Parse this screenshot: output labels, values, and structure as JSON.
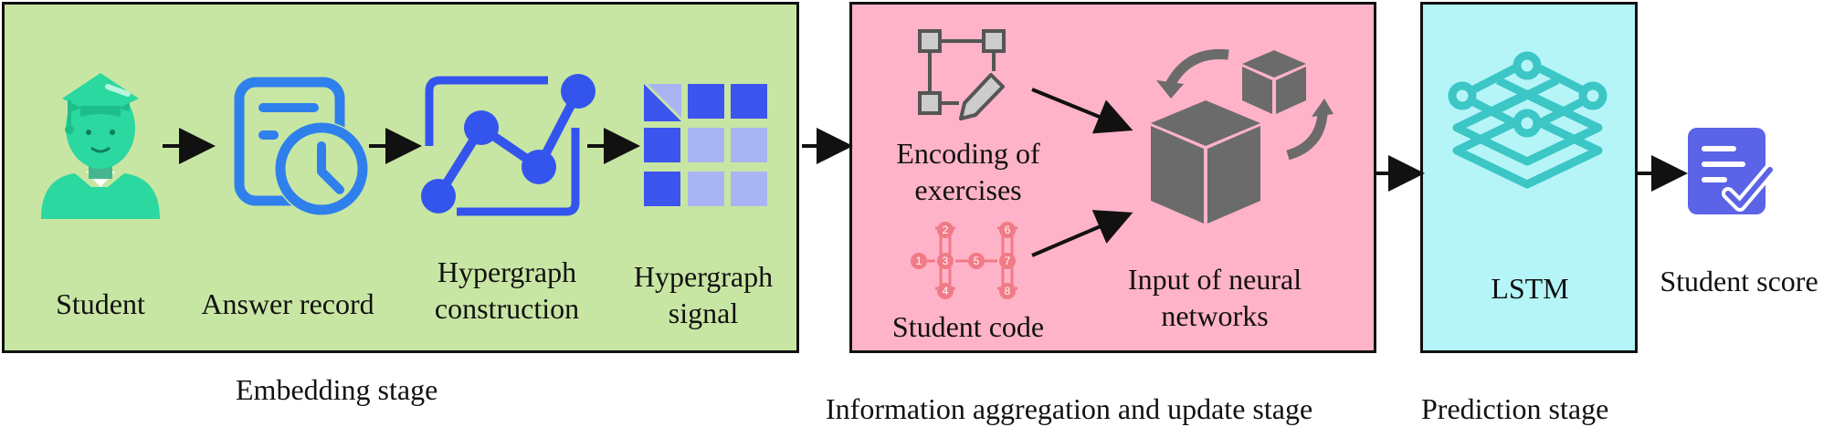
{
  "colors": {
    "embedding_bg": "#c8e6a3",
    "aggregation_bg": "#ffb3c8",
    "prediction_bg": "#b5f5f8",
    "student_green": "#2ad8a0",
    "blue": "#2f6ee8",
    "grid_dark": "#3b55ee",
    "grid_light": "#a9b4f2",
    "gray_icon": "#6b6b6b",
    "code_red": "#f07b86",
    "lstm_teal": "#3cc6c6",
    "score_purple": "#5b63e6"
  },
  "embedding": {
    "items": [
      {
        "label": "Student",
        "icon": "student-icon"
      },
      {
        "label": "Answer record",
        "icon": "answer-record-icon"
      },
      {
        "label": "Hypergraph\nconstruction",
        "icon": "hypergraph-construction-icon"
      },
      {
        "label": "Hypergraph\nsignal",
        "icon": "hypergraph-signal-icon"
      }
    ],
    "stage_label": "Embedding stage"
  },
  "aggregation": {
    "encoding_label": "Encoding of\nexercises",
    "student_code_label": "Student code",
    "neural_label": "Input of neural\nnetworks",
    "code_numbers": [
      "1",
      "2",
      "3",
      "4",
      "5",
      "6",
      "7",
      "8"
    ],
    "stage_label": "Information aggregation and update stage"
  },
  "prediction": {
    "lstm_label": "LSTM",
    "stage_label": "Prediction stage"
  },
  "output": {
    "score_label": "Student score",
    "icon": "student-score-icon"
  }
}
